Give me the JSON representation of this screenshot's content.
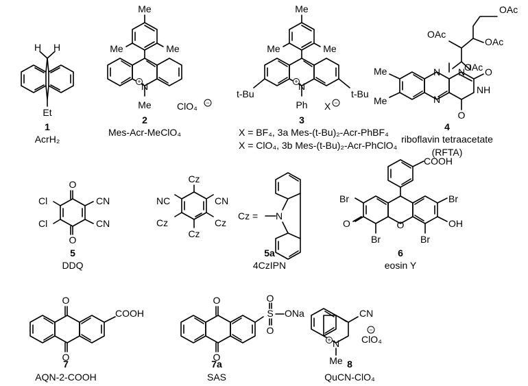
{
  "compounds": [
    {
      "number": "1",
      "name": "AcrH₂",
      "atoms": {
        "h1": "H",
        "h2": "H",
        "et": "Et"
      }
    },
    {
      "number": "2",
      "name": "Mes-Acr-MeClO₄",
      "atoms": {
        "me_para": "Me",
        "me_left": "Me",
        "me_right": "Me",
        "n": "N",
        "n_me": "Me",
        "counterion": "ClO₄"
      }
    },
    {
      "number": "3",
      "atoms": {
        "me_para": "Me",
        "me_left": "Me",
        "me_right": "Me",
        "tbu_left": "t-Bu",
        "tbu_right": "t-Bu",
        "n": "N",
        "ph": "Ph",
        "x": "X"
      },
      "variants": [
        {
          "line": "X = BF₄, 3a Mes-(t-Bu)₂-Acr-PhBF₄"
        },
        {
          "line": "X = ClO₄, 3b Mes-(t-Bu)₂-Acr-PhClO₄"
        }
      ]
    },
    {
      "number": "4",
      "name": "riboflavin tetraacetate",
      "abbr": "(RFTA)",
      "atoms": {
        "oac1": "OAc",
        "oac2": "OAc",
        "oac3": "OAc",
        "oac4": "OAc",
        "me1": "Me",
        "me2": "Me",
        "n1": "N",
        "n2": "N",
        "n3": "N",
        "nh": "NH",
        "o1": "O",
        "o2": "O"
      }
    },
    {
      "number": "5",
      "name": "DDQ",
      "atoms": {
        "o1": "O",
        "o2": "O",
        "cl1": "Cl",
        "cl2": "Cl",
        "cn1": "CN",
        "cn2": "CN"
      }
    },
    {
      "number": "5a",
      "name": "4CzIPN",
      "atoms": {
        "cz1": "Cz",
        "cz2": "Cz",
        "cz3": "Cz",
        "cz4": "Cz",
        "nc": "NC",
        "cn": "CN",
        "def": "Cz =",
        "n": "N"
      }
    },
    {
      "number": "6",
      "name": "eosin Y",
      "atoms": {
        "cooh": "COOH",
        "br1": "Br",
        "br2": "Br",
        "br3": "Br",
        "br4": "Br",
        "o_keto": "O",
        "o_ring": "O",
        "oh": "OH"
      }
    },
    {
      "number": "7",
      "name": "AQN-2-COOH",
      "atoms": {
        "o1": "O",
        "o2": "O",
        "cooh": "COOH"
      }
    },
    {
      "number": "7a",
      "name": "SAS",
      "atoms": {
        "o1": "O",
        "o2": "O",
        "s": "S",
        "ona": "ONa",
        "os1": "O",
        "os2": "O"
      }
    },
    {
      "number": "8",
      "name": "QuCN-ClO₄",
      "atoms": {
        "cn": "CN",
        "n": "N",
        "me": "Me",
        "counterion": "ClO₄"
      }
    }
  ],
  "colors": {
    "ink": "#000000",
    "background": "#ffffff"
  }
}
